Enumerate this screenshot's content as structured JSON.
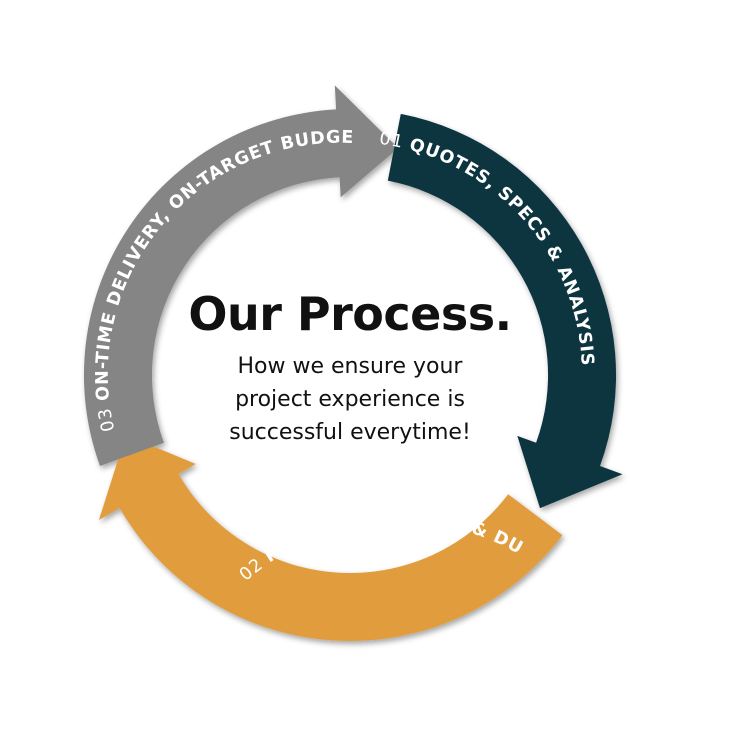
{
  "center": {
    "title": "Our Process.",
    "subtitle_lines": [
      "How we ensure your",
      "project experience is",
      "successful everytime!"
    ]
  },
  "stages": [
    {
      "number": "01",
      "text": "QUOTES, SPECS & ANALYSIS OF PROJECT.",
      "color": "#0f3640"
    },
    {
      "number": "02",
      "text": "PROOFS, MOCKUPS & DUMMIES.",
      "color": "#e19d3c"
    },
    {
      "number": "03",
      "text": "ON-TIME DELIVERY, ON-TARGET BUDGET.",
      "color": "#858585"
    }
  ]
}
